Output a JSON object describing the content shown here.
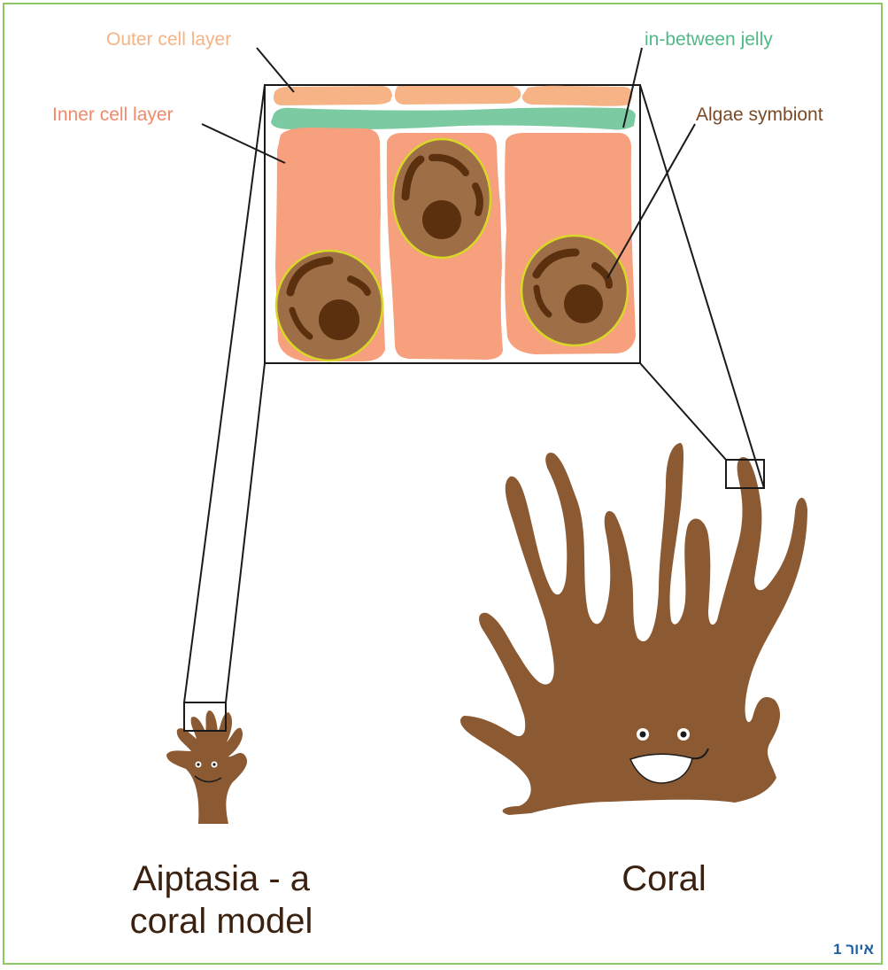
{
  "labels": {
    "outer_cell_layer": "Outer cell layer",
    "in_between_jelly": "in-between jelly",
    "inner_cell_layer": "Inner cell layer",
    "algae_symbiont": "Algae symbiont"
  },
  "captions": {
    "aiptasia_line1": "Aiptasia - a",
    "aiptasia_line2": "coral model",
    "coral": "Coral"
  },
  "figure_label": "איור 1",
  "colors": {
    "frame": "#8dc763",
    "outer_cell": "#f6b386",
    "jelly": "#7ccaa2",
    "inner_cell": "#f6a07e",
    "algae_body": "#9e6e46",
    "algae_outline": "#d8d827",
    "algae_dark": "#5a300f",
    "coral_brown": "#8b5a33",
    "label_outer": "#f6b386",
    "label_jelly": "#4fba86",
    "label_inner": "#f2896a",
    "label_algae": "#7a4a26",
    "figure_label": "#1c5ea5"
  }
}
